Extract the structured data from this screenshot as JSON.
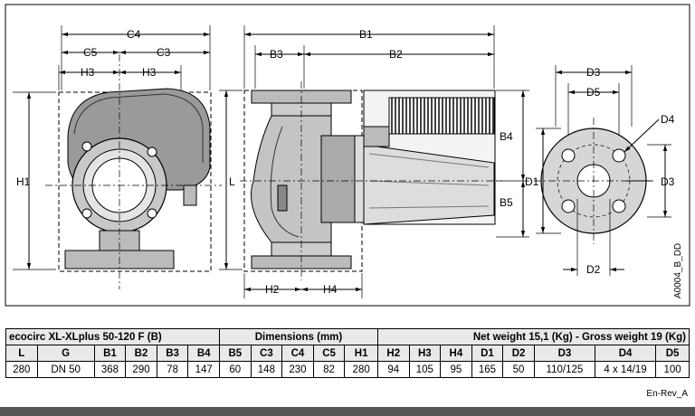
{
  "drawing": {
    "labels": {
      "c4": "C4",
      "c5": "C5",
      "c3": "C3",
      "h3a": "H3",
      "h3b": "H3",
      "h1": "H1",
      "l": "L",
      "b1": "B1",
      "b3": "B3",
      "b2": "B2",
      "b4": "B4",
      "b5": "B5",
      "h2": "H2",
      "h4": "H4",
      "d3top": "D3",
      "d5": "D5",
      "d4": "D4",
      "d1": "D1",
      "d3side": "D3",
      "d2": "D2"
    },
    "ref_code": "A0004_B_DD"
  },
  "table": {
    "title": {
      "model": "ecocirc XL-XLplus 50-120 F (B)",
      "dims": "Dimensions (mm)",
      "weight": "Net weight 15,1 (Kg) - Gross weight 19 (Kg)"
    },
    "headers": [
      "L",
      "G",
      "B1",
      "B2",
      "B3",
      "B4",
      "B5",
      "C3",
      "C4",
      "C5",
      "H1",
      "H2",
      "H3",
      "H4",
      "D1",
      "D2",
      "D3",
      "D4",
      "D5"
    ],
    "values": [
      "280",
      "DN 50",
      "368",
      "290",
      "78",
      "147",
      "60",
      "148",
      "230",
      "82",
      "280",
      "94",
      "105",
      "95",
      "165",
      "50",
      "110/125",
      "4 x 14/19",
      "100"
    ]
  },
  "revision": "En-Rev_A"
}
